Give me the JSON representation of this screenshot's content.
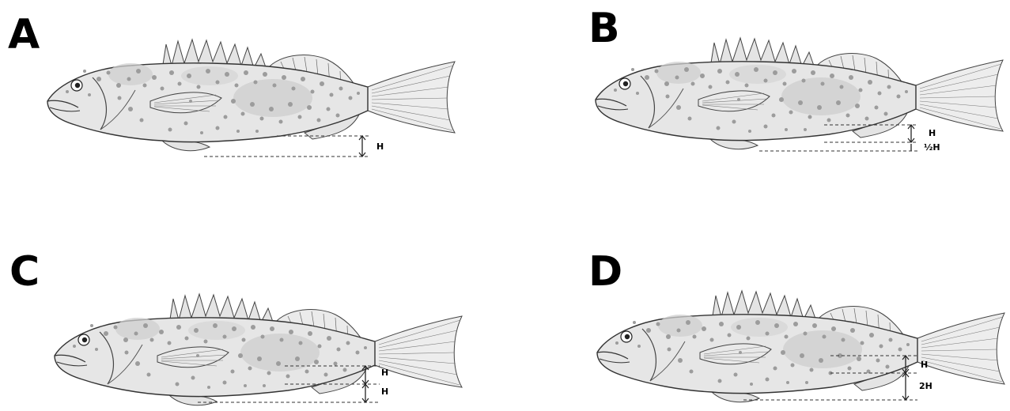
{
  "panels": [
    {
      "letter": "A",
      "labels": [
        "H"
      ],
      "belly_factor": 0
    },
    {
      "letter": "B",
      "labels": [
        "H",
        "½H"
      ],
      "belly_factor": 0.5
    },
    {
      "letter": "C",
      "labels": [
        "H",
        "H"
      ],
      "belly_factor": 1
    },
    {
      "letter": "D",
      "labels": [
        "H",
        "2H"
      ],
      "belly_factor": 2
    }
  ]
}
